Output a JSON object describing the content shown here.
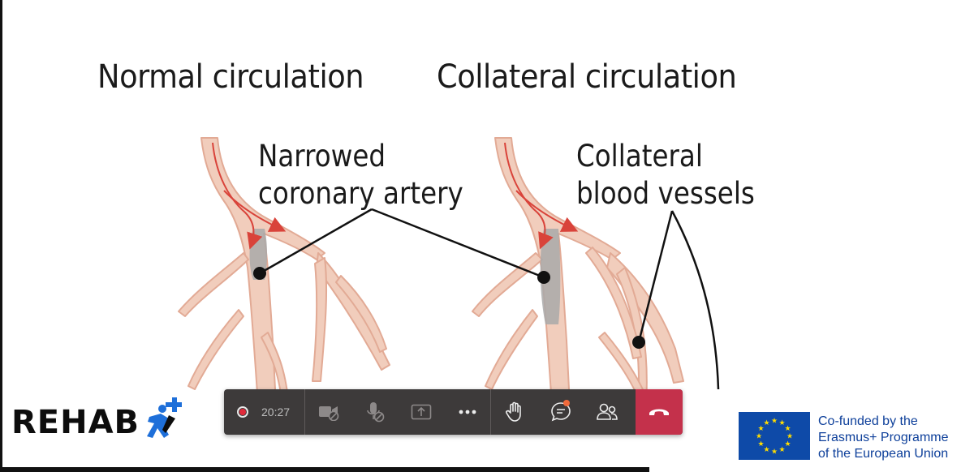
{
  "slide": {
    "heading_left": "Normal circulation",
    "heading_right": "Collateral circulation",
    "label_narrowed_line1": "Narrowed",
    "label_narrowed_line2": "coronary artery",
    "label_collateral_line1": "Collateral",
    "label_collateral_line2": "blood vessels",
    "colors": {
      "vessel": "#f1cdbc",
      "vessel_edge": "#e2aa95",
      "flow_arrow": "#d9433a",
      "plaque": "#a9a9a9"
    }
  },
  "logo": {
    "text": "REHAB",
    "icon": "rehab-figure-logo-icon"
  },
  "toolbar": {
    "timer": "20:27",
    "buttons": [
      {
        "name": "camera-button",
        "icon": "camera-off-icon"
      },
      {
        "name": "mic-button",
        "icon": "mic-off-icon"
      },
      {
        "name": "share-button",
        "icon": "share-screen-icon"
      },
      {
        "name": "more-button",
        "icon": "more-dots-icon"
      },
      {
        "name": "raise-hand-button",
        "icon": "hand-icon"
      },
      {
        "name": "chat-button",
        "icon": "chat-icon"
      },
      {
        "name": "participants-button",
        "icon": "people-icon"
      },
      {
        "name": "hang-up-button",
        "icon": "phone-hangup-icon"
      }
    ],
    "colors": {
      "background": "#3d3a3a",
      "hangup": "#c4314b",
      "record": "#e02a3a",
      "badge": "#f06a3b"
    }
  },
  "eu": {
    "line1": "Co-funded by the",
    "line2": "Erasmus+ Programme",
    "line3": "of the European Union",
    "colors": {
      "flag": "#0e4aa8",
      "stars": "#ffdd00",
      "text": "#0d3f9a"
    }
  }
}
